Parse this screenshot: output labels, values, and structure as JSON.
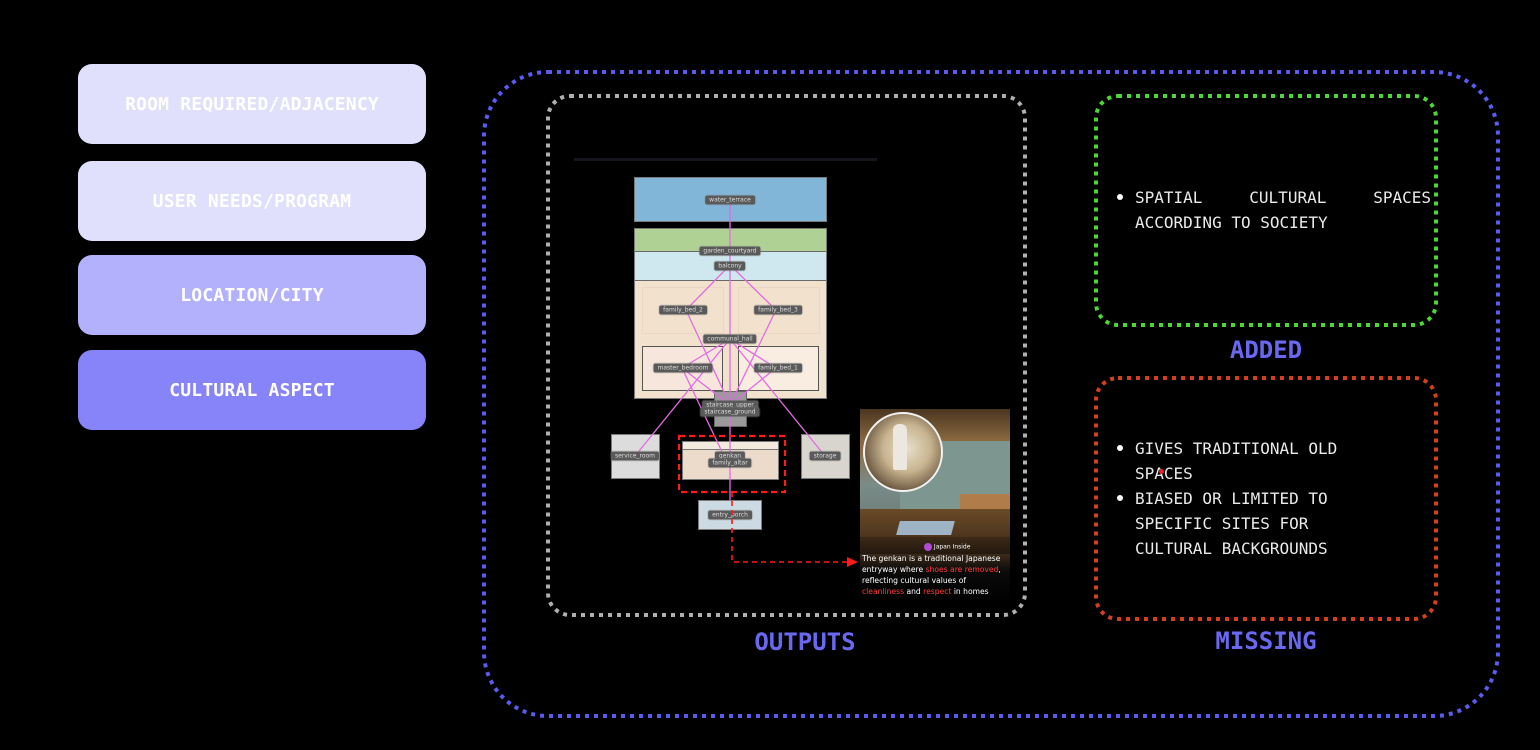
{
  "inputs": [
    {
      "label": "ROOM REQUIRED/ADJACENCY",
      "color": "#e0dffc"
    },
    {
      "label": "USER NEEDS/PROGRAM",
      "color": "#e0dffc"
    },
    {
      "label": "LOCATION/CITY",
      "color": "#b3b1fb"
    },
    {
      "label": "CULTURAL ASPECT",
      "color": "#8784fa"
    }
  ],
  "colors": {
    "outer_frame": "#5b5bf0",
    "outputs_frame": "#b0b0b0",
    "added_frame": "#4cd832",
    "missing_frame": "#d4401e",
    "label": "#6a68f0",
    "edge": "#e36be3",
    "highlight": "#ff1a1a"
  },
  "outputs": {
    "label": "OUTPUTS",
    "floor_plan": {
      "rooms": [
        "water_terrace",
        "garden_courtyard",
        "balcony",
        "family_bed_2",
        "family_bed_3",
        "communal_hall",
        "master_bedroom",
        "family_bed_1",
        "staircase_upper",
        "staircase_ground",
        "service_room",
        "genkan",
        "family_altar",
        "storage",
        "entry_porch"
      ]
    },
    "photo": {
      "source_badge": "Japan Inside",
      "caption_parts": [
        {
          "text": "The genkan is a traditional Japanese entryway where ",
          "highlight": false
        },
        {
          "text": "shoes are removed",
          "highlight": true
        },
        {
          "text": ", reflecting cultural values of ",
          "highlight": false
        },
        {
          "text": "cleanliness",
          "highlight": true
        },
        {
          "text": " and ",
          "highlight": false
        },
        {
          "text": "respect",
          "highlight": true
        },
        {
          "text": " in homes",
          "highlight": false
        }
      ]
    }
  },
  "added": {
    "label": "ADDED",
    "items": [
      "SPATIAL CULTURAL SPACES ACCORDING TO SOCIETY"
    ]
  },
  "missing": {
    "label": "MISSING",
    "items": [
      "GIVES TRADITIONAL OLD SPACES",
      "BIASED OR LIMITED TO SPECIFIC SITES FOR CULTURAL BACKGROUNDS"
    ]
  }
}
